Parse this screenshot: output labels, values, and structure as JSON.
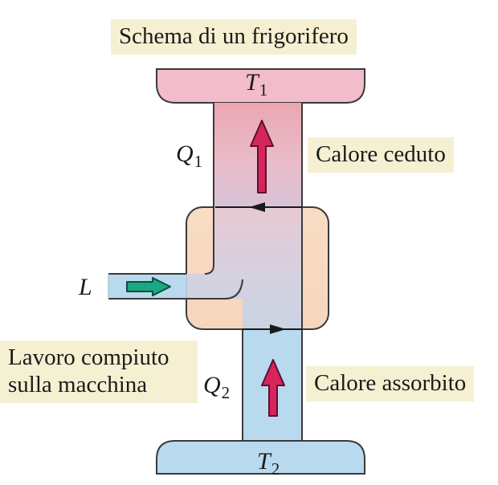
{
  "title": "Schema di un frigorifero",
  "hot_reservoir": {
    "symbol": "T",
    "subscript": "1"
  },
  "cold_reservoir": {
    "symbol": "T",
    "subscript": "2"
  },
  "heat_out": {
    "symbol": "Q",
    "subscript": "1",
    "label": "Calore ceduto"
  },
  "heat_in": {
    "symbol": "Q",
    "subscript": "2",
    "label": "Calore assorbito"
  },
  "work": {
    "symbol": "L",
    "label_line1": "Lavoro compiuto",
    "label_line2": "sulla macchina"
  },
  "colors": {
    "hot": "#f2bccb",
    "hot_channel": "#eba5b2",
    "cold": "#b9d9ee",
    "machine": "#f9dcc4",
    "arrow_heat": "#d6255a",
    "arrow_work": "#1aa784",
    "label_bg": "#f6f0d2"
  }
}
